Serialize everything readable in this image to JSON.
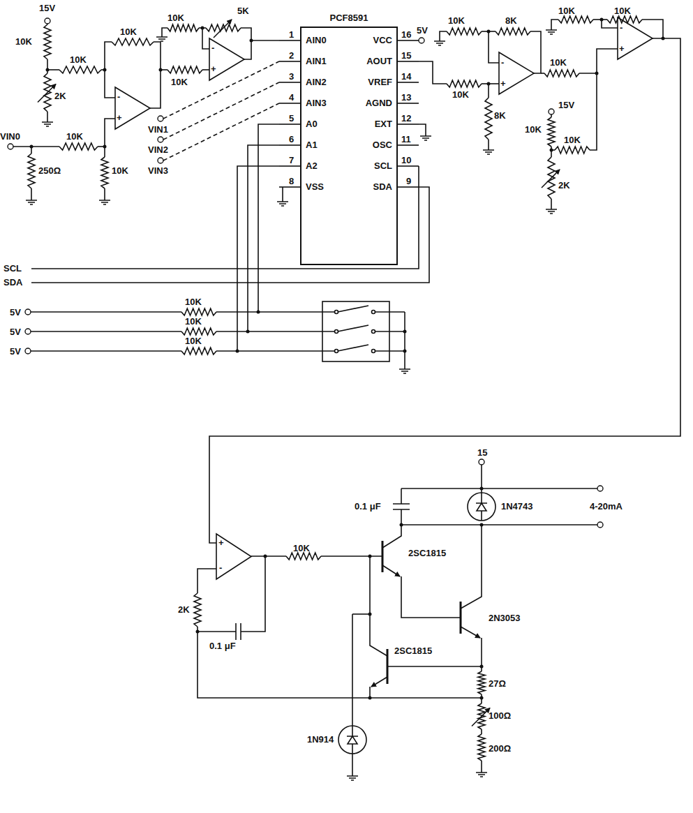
{
  "diagram": {
    "nodes": [
      {
        "text": [
          "PCF8591",
          "AIN0",
          "AIN1",
          "AIN2",
          "AIN3",
          "A0",
          "A1",
          "A2",
          "VSS",
          "VCC",
          "AOUT",
          "VREF",
          "AGND",
          "EXT",
          "OSC",
          "SCL",
          "SDA"
        ]
      }
    ],
    "labels": [
      "15V",
      "10K",
      "2K",
      "10K",
      "10K",
      "-",
      "+",
      "VIN0",
      "10K",
      "250Ω",
      "10K",
      "10K",
      "5K",
      "10K",
      "-",
      "+",
      "VIN1",
      "VIN2",
      "VIN3",
      "1",
      "2",
      "3",
      "4",
      "5",
      "6",
      "7",
      "8",
      "16",
      "15",
      "14",
      "13",
      "12",
      "11",
      "10",
      "9",
      "5V",
      "10K",
      "8K",
      "-",
      "+",
      "10K",
      "8K",
      "10K",
      "10K",
      "-",
      "+",
      "10K",
      "15V",
      "10K",
      "10K",
      "2K",
      "SCL",
      "SDA",
      "5V",
      "5V",
      "5V",
      "10K",
      "10K",
      "10K",
      "15",
      "0.1 μF",
      "1N4743",
      "4-20mA",
      "+",
      "-",
      "10K",
      "2SC1815",
      "2N3053",
      "2K",
      "0.1 μF",
      "2SC1815",
      "27Ω",
      "100Ω",
      "1N914",
      "200Ω"
    ]
  }
}
